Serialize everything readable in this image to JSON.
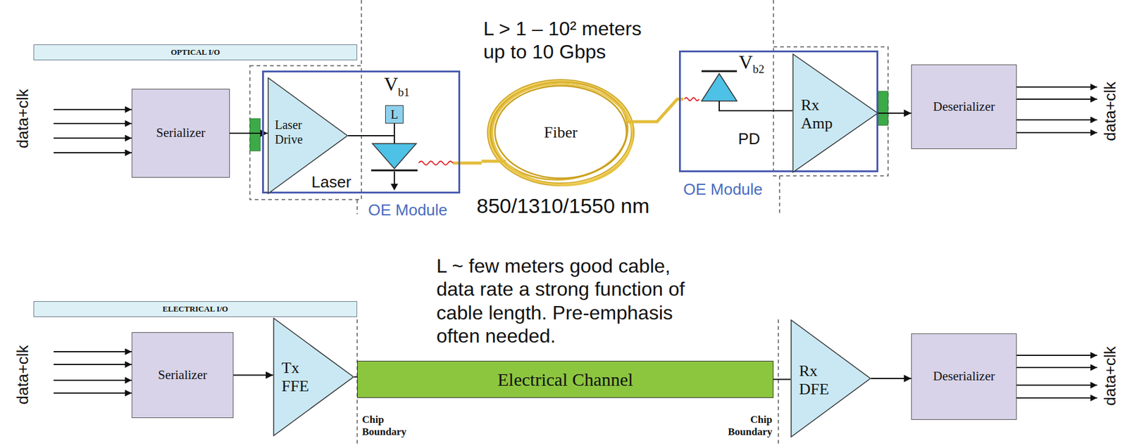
{
  "diagram": {
    "nodes": [
      {
        "text": [
          "OPTICAL I/O"
        ]
      },
      {
        "text": [
          "Serializer"
        ]
      },
      {
        "text": [
          "OE Module"
        ]
      },
      {
        "text": [
          "Laser Drive"
        ],
        "in": 2
      },
      {
        "text": [
          "L"
        ],
        "in": 2
      },
      {
        "text": [
          "Laser"
        ],
        "in": 2
      },
      {
        "text": [
          "Fiber"
        ]
      },
      {
        "text": [
          "OE Module"
        ]
      },
      {
        "text": [
          "PD"
        ],
        "in": 7
      },
      {
        "text": [
          "Rx Amp"
        ],
        "in": 7
      },
      {
        "text": [
          "Deserializer"
        ]
      },
      {
        "text": [
          "ELECTRICAL I/O"
        ]
      },
      {
        "text": [
          "Serializer"
        ]
      },
      {
        "text": [
          "Tx FFE"
        ]
      },
      {
        "text": [
          "Electrical Channel"
        ]
      },
      {
        "text": [
          "Rx DFE"
        ]
      },
      {
        "text": [
          "Deserializer"
        ]
      }
    ],
    "edges": [
      {
        "from": 1,
        "to": 3,
        "arrow": "to"
      },
      {
        "from": 3,
        "to": 5,
        "arrow": "none"
      },
      {
        "from": 4,
        "to": 5,
        "arrow": "none"
      },
      {
        "from": 5,
        "to": 6,
        "arrow": "none"
      },
      {
        "from": 6,
        "to": 8,
        "arrow": "none"
      },
      {
        "from": 8,
        "to": 9,
        "arrow": "none"
      },
      {
        "from": 9,
        "to": 10,
        "arrow": "to"
      },
      {
        "from": 12,
        "to": 13,
        "arrow": "to"
      },
      {
        "from": 13,
        "to": 14,
        "arrow": "none"
      },
      {
        "from": 14,
        "to": 15,
        "arrow": "none"
      },
      {
        "from": 15,
        "to": 16,
        "arrow": "to"
      }
    ],
    "labels": [
      "data+clk",
      "data+clk",
      "data+clk",
      "data+clk",
      "L > 1 – 10² meters up to 10 Gbps",
      "V",
      "b1",
      "V",
      "b2",
      "850/1310/1550 nm",
      "L ~ few meters good cable, data rate a strong function of cable length. Pre-emphasis often needed.",
      "Chip Boundary",
      "Chip Boundary"
    ]
  }
}
